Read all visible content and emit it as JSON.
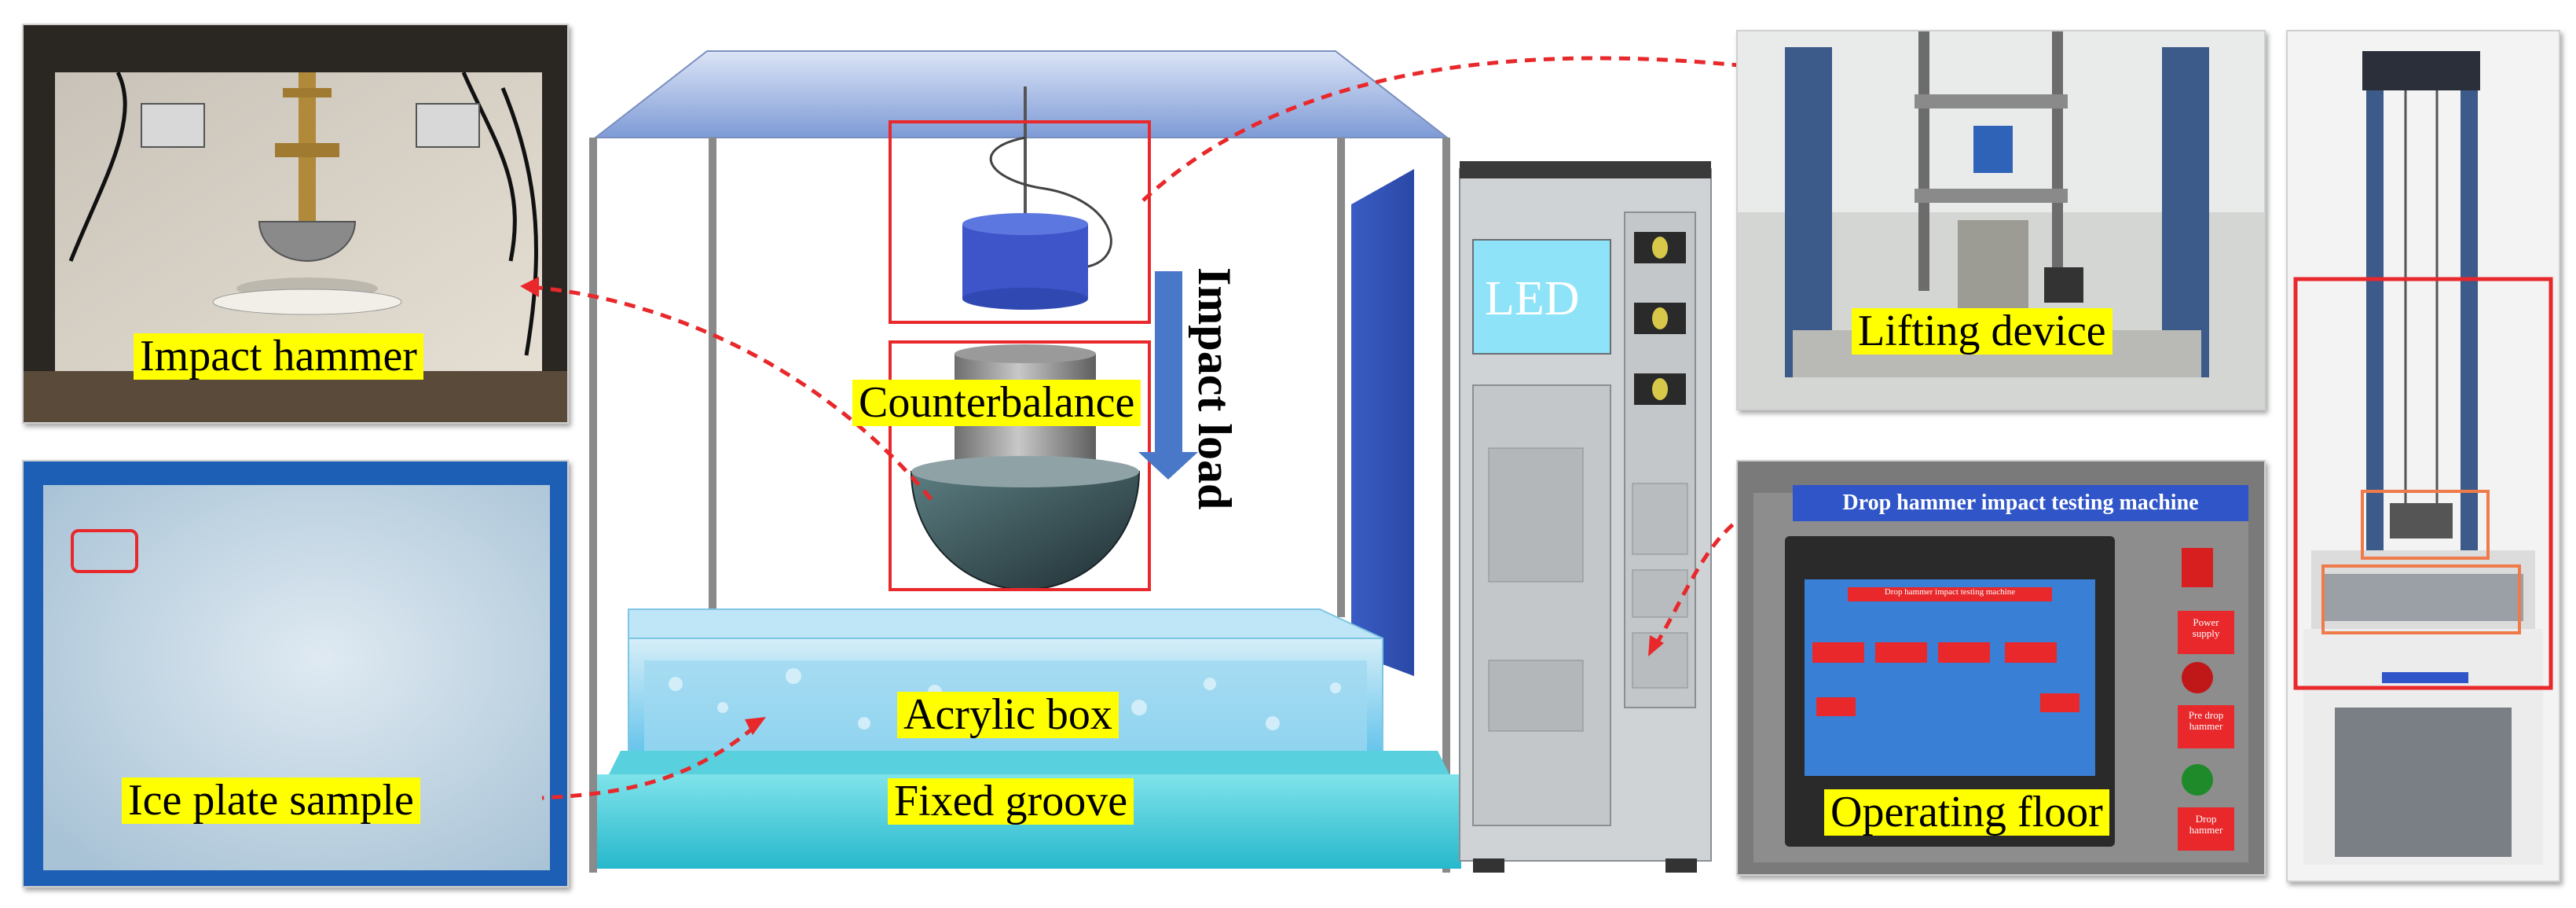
{
  "labels": {
    "impact_hammer": "Impact hammer",
    "ice_plate_sample": "Ice plate sample",
    "counterbalance": "Counterbalance",
    "impact_load": "Impact load",
    "acrylic_box": "Acrylic box",
    "fixed_groove": "Fixed groove",
    "led": "LED",
    "lifting_device": "Lifting device",
    "operating_floor": "Operating floor"
  },
  "operating_panel": {
    "header": "Drop hammer impact testing machine",
    "screen_title": "Drop hammer impact testing machine",
    "side_buttons": [
      "Power supply",
      "Pre drop hammer",
      "Drop hammer"
    ]
  },
  "colors": {
    "highlight": "#ffff00",
    "callout_box": "#e8282b",
    "dashed_arrow": "#e8282b",
    "impact_arrow": "#4a78c8",
    "panel_header": "#2f55c8",
    "screen": "#3a7fd6"
  }
}
